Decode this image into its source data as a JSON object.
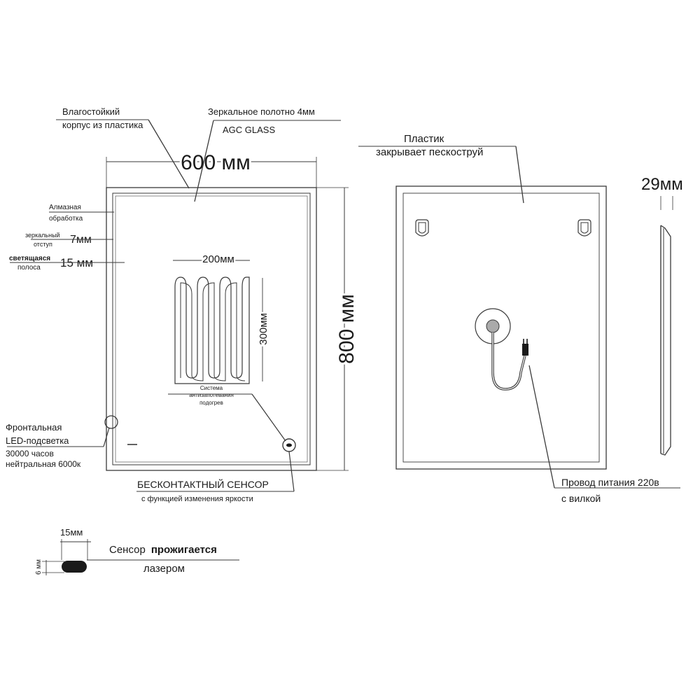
{
  "front": {
    "label_housing_1": "Влагостойкий",
    "label_housing_2": "корпус из пластика",
    "label_glass_1": "Зеркальное  полотно 4мм",
    "label_glass_2": "AGC GLASS",
    "width_dim": "600 мм",
    "height_dim": "800 мм",
    "label_diamond_1": "Алмазная",
    "label_diamond_2": "обработка",
    "label_offset_1": "зеркальный",
    "label_offset_2": "отступ",
    "offset_value": "7мм",
    "label_strip_1": "светящаяся",
    "label_strip_2": "полоса",
    "strip_value": "15 мм",
    "heater_width": "200мм",
    "heater_height": "300мм",
    "heater_label_1": "Система",
    "heater_label_2": "антизапотевания",
    "heater_label_3": "подогрев",
    "led_label_1": "Фронтальная",
    "led_label_2": "LED-подсветка",
    "led_label_3": "30000 часов",
    "led_label_4": "нейтральная 6000к",
    "sensor_label_1": "БЕСКОНТАКТНЫЙ СЕНСОР",
    "sensor_label_2": "с функцией изменения яркости"
  },
  "back": {
    "plastic_label_1": "Пластик",
    "plastic_label_2": "закрывает пескоструй",
    "cable_label_1": "Провод питания 220в",
    "cable_label_2": "с вилкой"
  },
  "side": {
    "depth_dim": "29мм"
  },
  "sensor_detail": {
    "width_dim": "15мм",
    "height_dim": "6 мм",
    "label_1_regular": "Сенсор",
    "label_1_bold": "прожигается",
    "label_2": "лазером"
  },
  "colors": {
    "line": "#3a3a3a",
    "text": "#1a1a1a",
    "background": "#ffffff"
  }
}
